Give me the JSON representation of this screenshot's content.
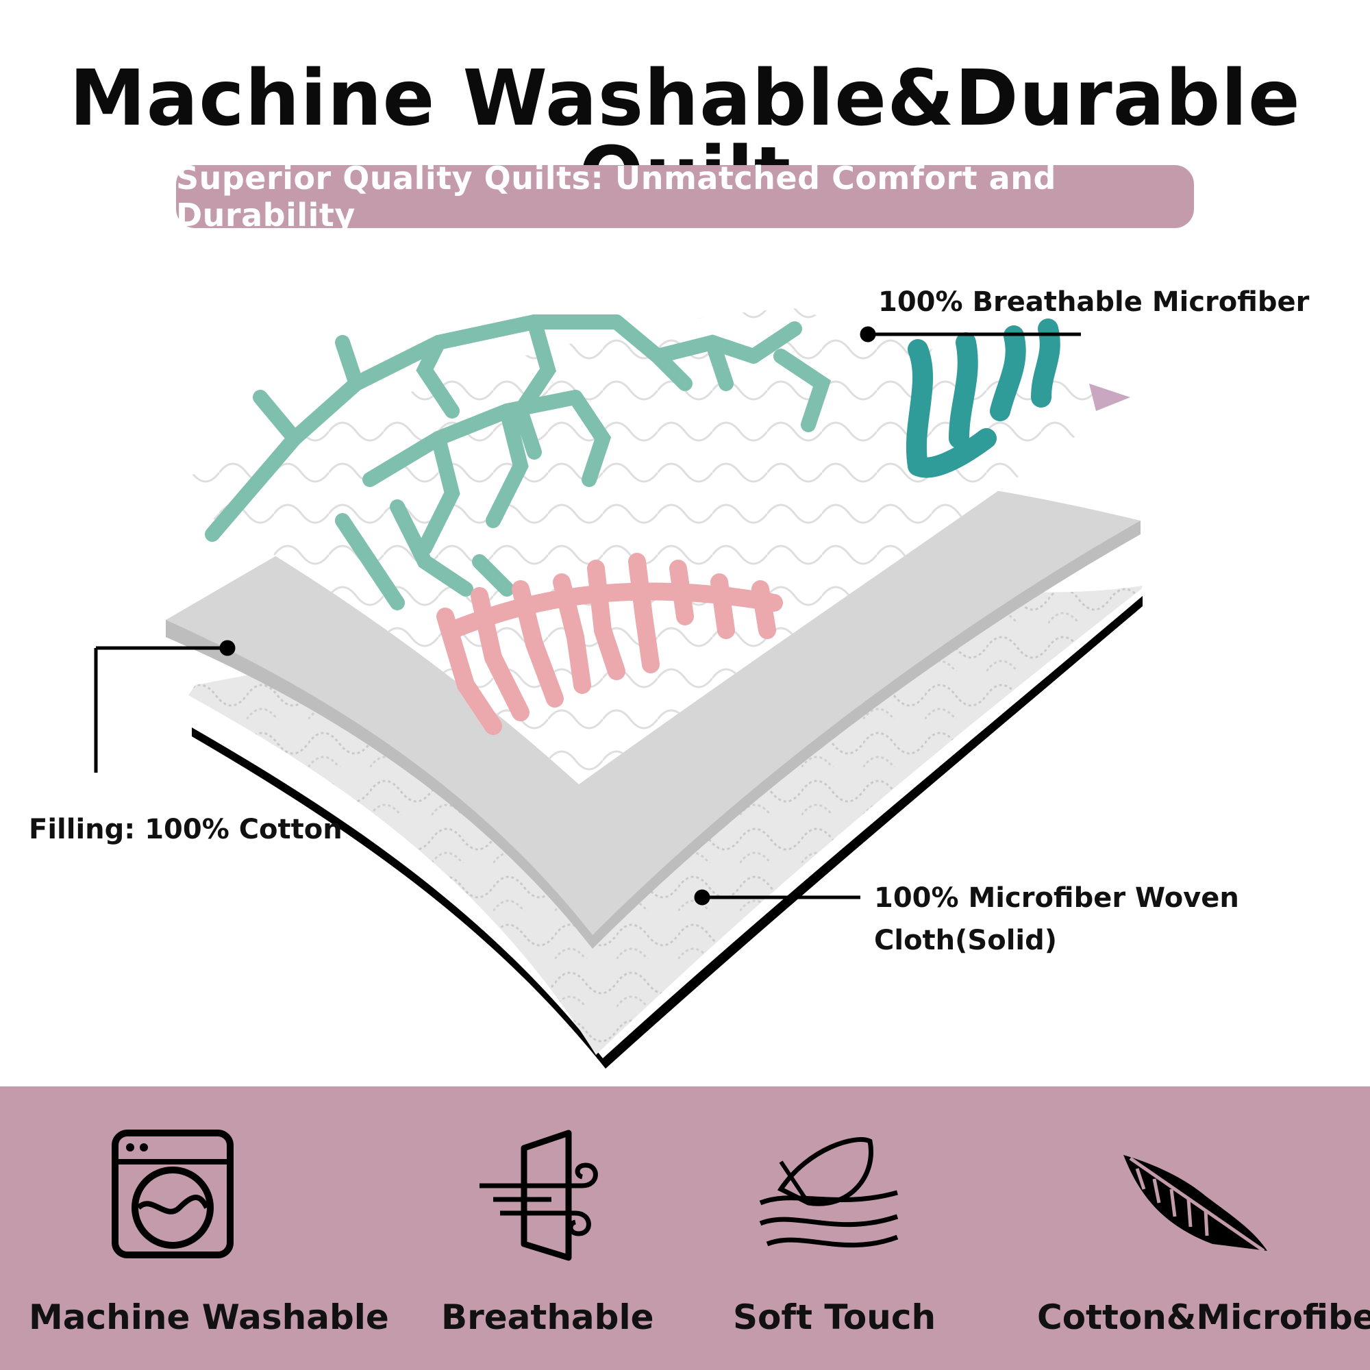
{
  "header": {
    "title": "Machine Washable&Durable Quilt",
    "subtitle": "Superior Quality Quilts: Unmatched Comfort and Durability"
  },
  "layers": {
    "top_label": "100% Breathable Microfiber",
    "filling_label": "Filling: 100% Cotton",
    "bottom_label_line1": "100% Microfiber Woven",
    "bottom_label_line2": "Cloth(Solid)"
  },
  "features": [
    {
      "label": "Machine Washable",
      "icon": "washing-machine-icon"
    },
    {
      "label": "Breathable",
      "icon": "breathable-door-wind-icon"
    },
    {
      "label": "Soft Touch",
      "icon": "feather-soft-layers-icon"
    },
    {
      "label": "Cotton&Microfiber",
      "icon": "feather-icon"
    }
  ],
  "colors": {
    "accent_pink": "#c49bab",
    "coral_teal": "#7fbfae",
    "coral_dark_teal": "#2f9c9a",
    "coral_pink": "#eba9ae",
    "filling_gray": "#d6d6d6"
  }
}
